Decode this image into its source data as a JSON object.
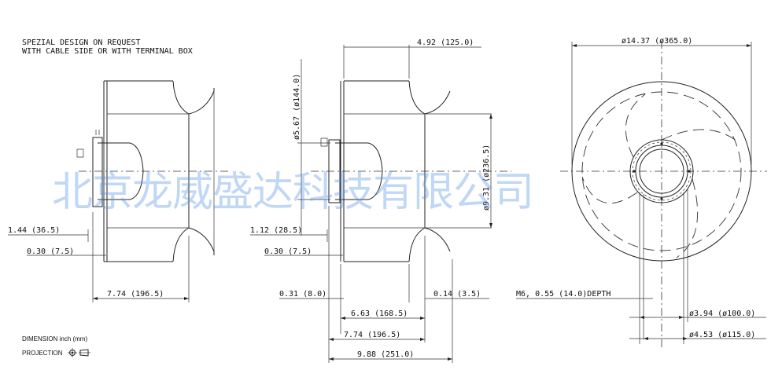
{
  "notes": {
    "line1": "SPEZIAL DESIGN ON REQUEST",
    "line2": "WITH CABLE SIDE OR WITH TERMINAL BOX",
    "units": "DIMENSION inch (mm)",
    "projection": "PROJECTION"
  },
  "side_view_1": {
    "dim_a": "1.44 (36.5)",
    "dim_b": "0.30 (7.5)",
    "dim_c": "7.74 (196.5)"
  },
  "side_view_2": {
    "dim_top": "4.92 (125.0)",
    "dim_dia_small": "ø5.67 (ø144.0)",
    "dim_dia_large": "ø9.31 (ø236.5)",
    "dim_a": "1.12 (28.5)",
    "dim_b": "0.30 (7.5)",
    "dim_c": "0.31 (8.0)",
    "dim_d": "0.14 (3.5)",
    "dim_e": "6.63 (168.5)",
    "dim_f": "7.74 (196.5)",
    "dim_g": "9.88 (251.0)"
  },
  "front_view": {
    "dim_outer": "ø14.37 (ø365.0)",
    "dim_thread": "M6, 0.55 (14.0)DEPTH",
    "dim_hub": "ø3.94 (ø100.0)",
    "dim_bolt": "ø4.53 (ø115.0)"
  },
  "watermark": "北京龙威盛达科技有限公司"
}
